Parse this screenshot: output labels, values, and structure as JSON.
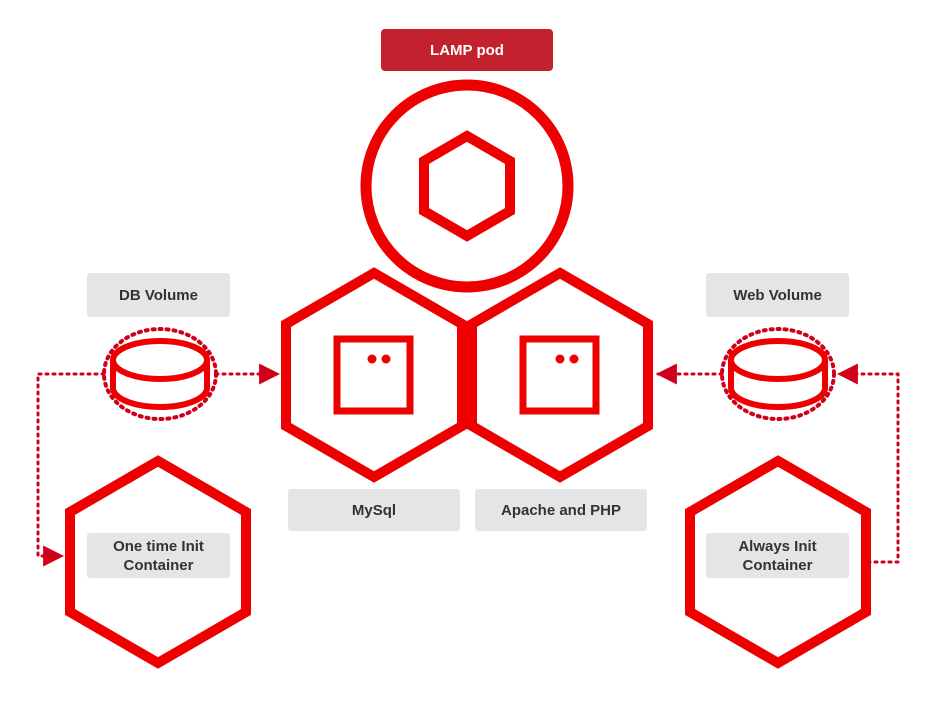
{
  "pod": {
    "label": "LAMP pod"
  },
  "containers": {
    "mysql": {
      "label": "MySql"
    },
    "apache": {
      "label": "Apache and PHP"
    }
  },
  "volumes": {
    "db": {
      "label": "DB Volume"
    },
    "web": {
      "label": "Web Volume"
    }
  },
  "init_containers": {
    "one_time": {
      "label": "One time Init\nContainer"
    },
    "always": {
      "label": "Always Init\nContainer"
    }
  },
  "colors": {
    "accent": "#ee0000",
    "pod_label_bg": "#c4212f",
    "label_bg": "#e5e5e5",
    "label_text": "#333333",
    "connector": "#d0001a"
  },
  "icons": {
    "pod": "hexagon-in-circle-icon",
    "container": "container-box-icon",
    "volume": "disk-volume-icon"
  }
}
